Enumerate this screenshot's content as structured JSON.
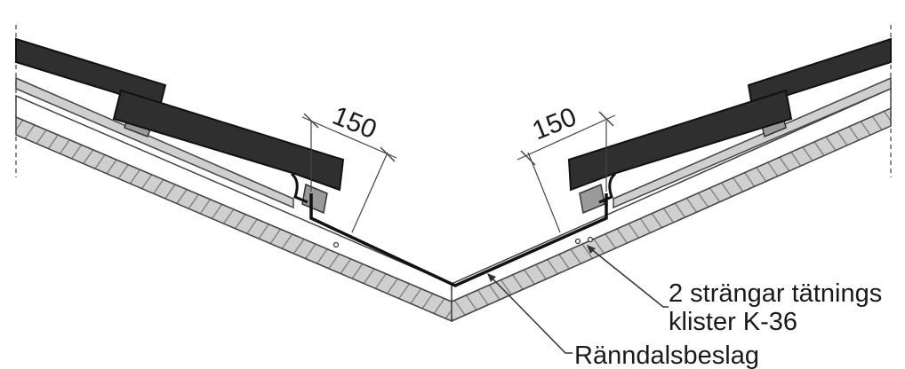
{
  "dimensions": {
    "left": "150",
    "right": "150"
  },
  "callouts": {
    "sealant_line1": "2 strängar tätnings",
    "sealant_line2": "klister K-36",
    "valley_flashing": "Ränndalsbeslag"
  },
  "colors": {
    "tile": "#2f2f2f",
    "tile_edge": "#111111",
    "roof_board": "#cfcfcf",
    "insulation_hatch": "#7a7a7a",
    "batten": "#9a9a9a",
    "flashing": "#111111",
    "guide_line": "#555555"
  }
}
